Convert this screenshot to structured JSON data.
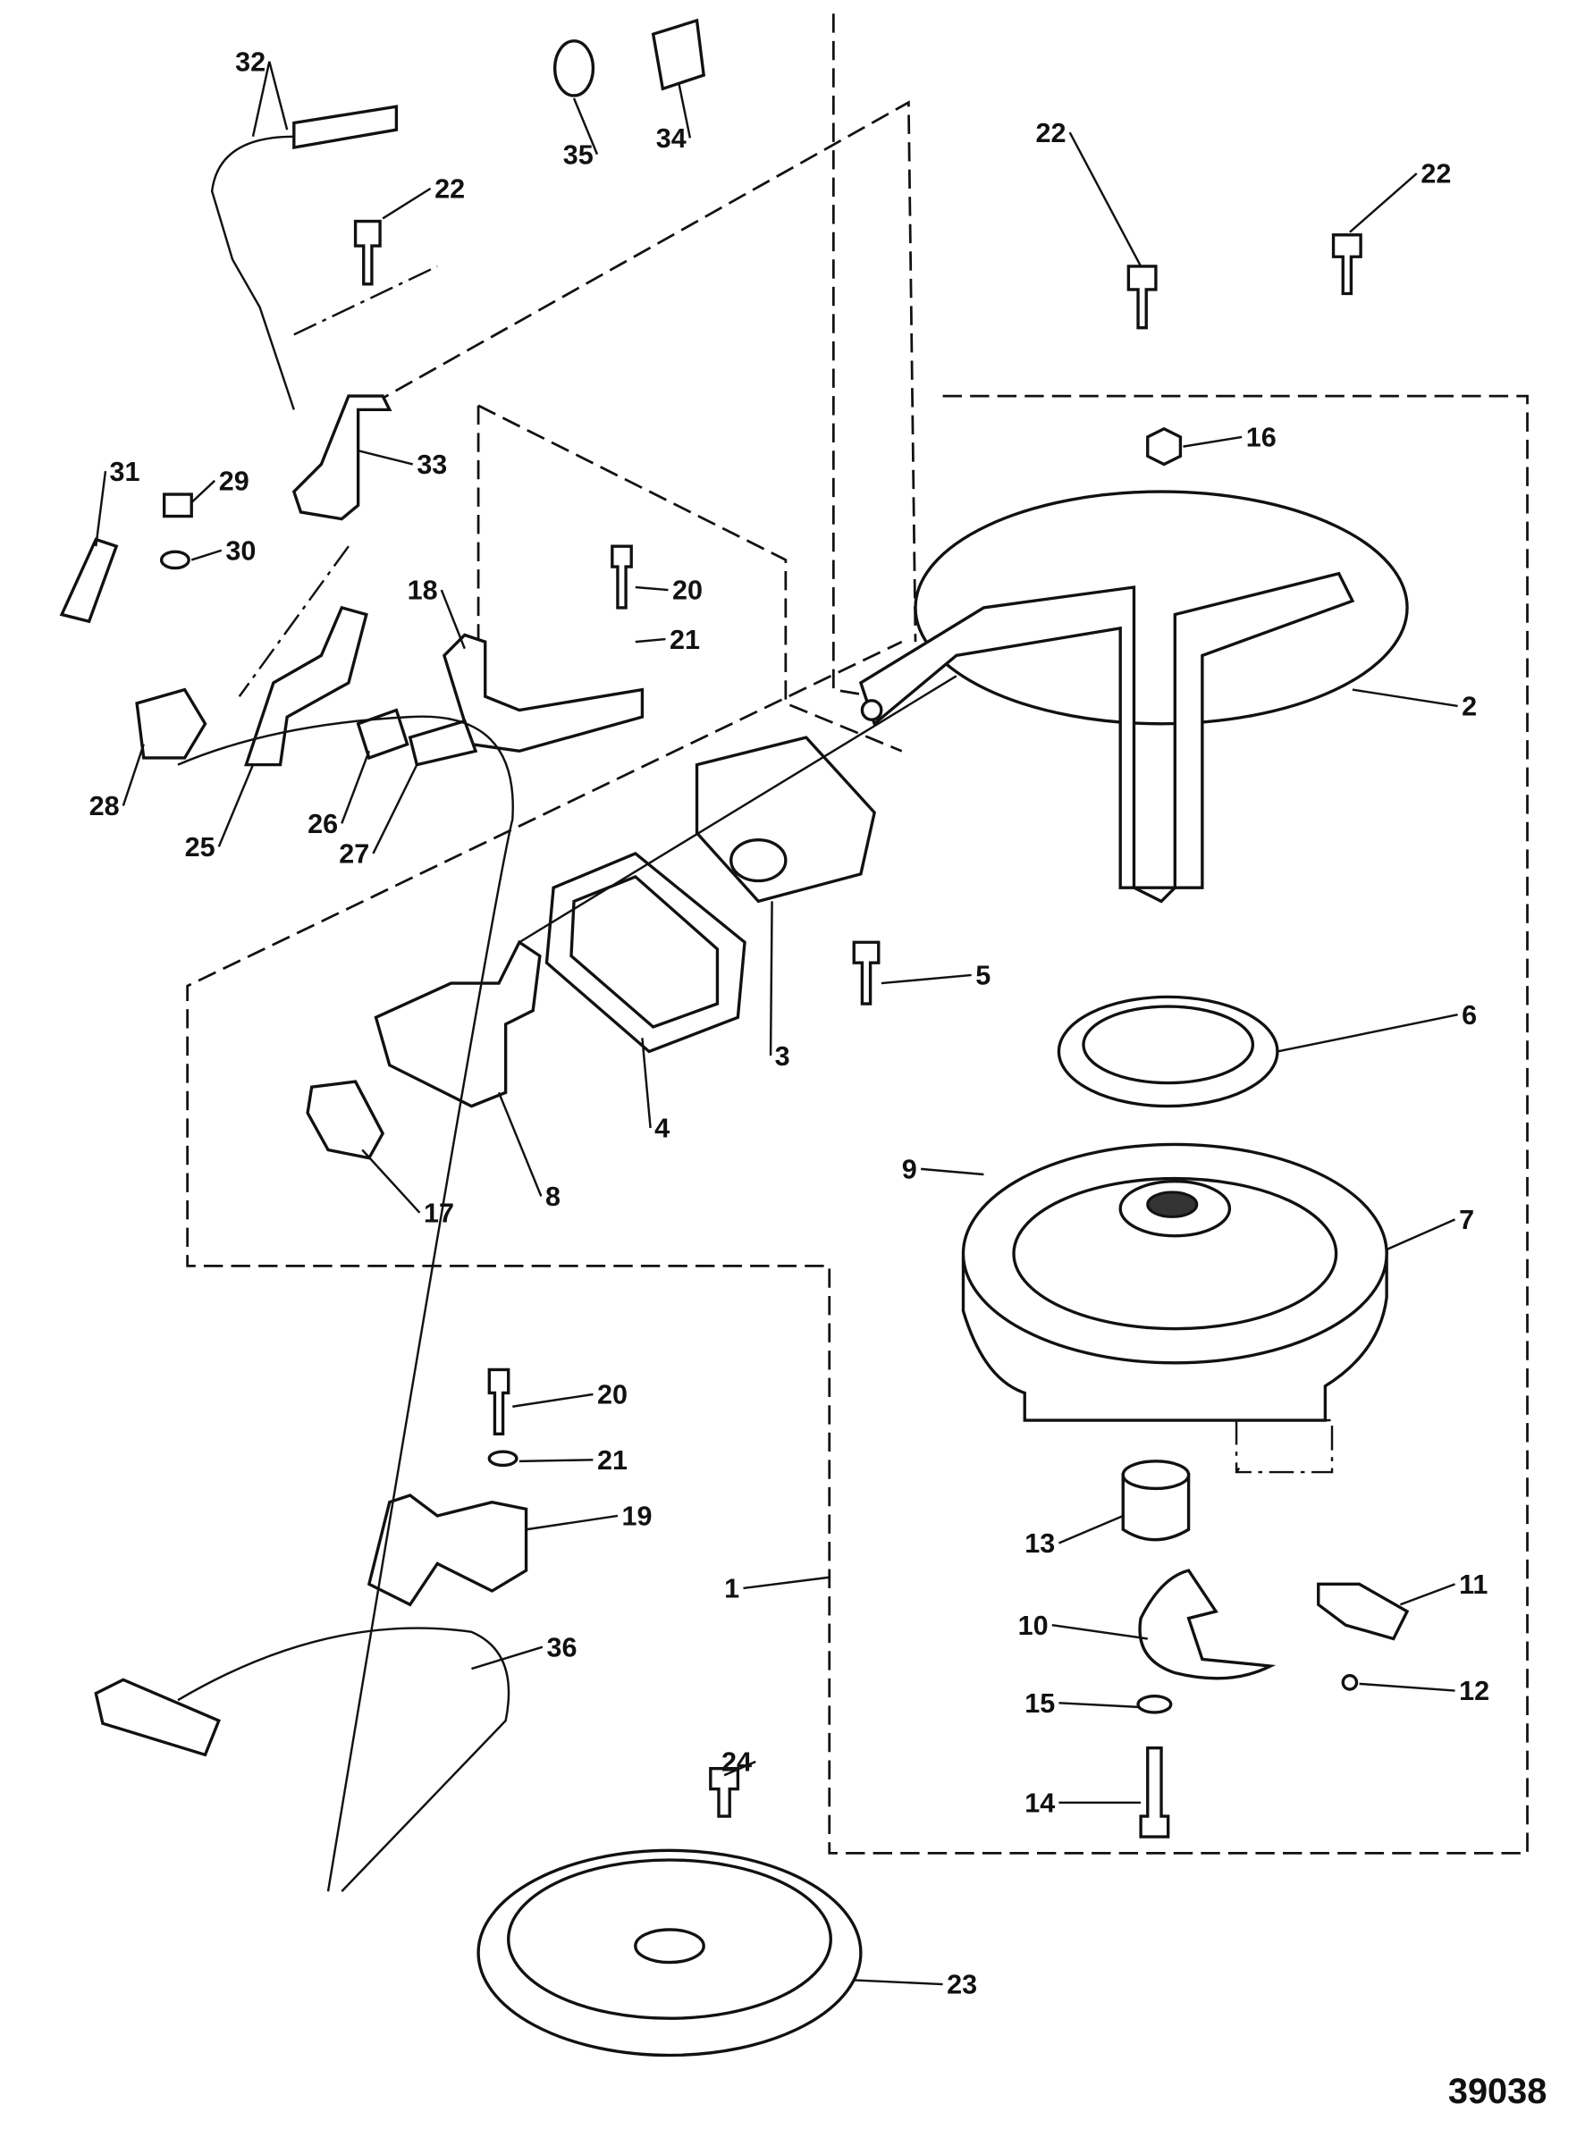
{
  "figure_number": "39038",
  "callouts": [
    "32",
    "35",
    "34",
    "22",
    "22",
    "22",
    "16",
    "33",
    "31",
    "29",
    "30",
    "20",
    "18",
    "21",
    "2",
    "28",
    "25",
    "26",
    "27",
    "5",
    "6",
    "3",
    "4",
    "8",
    "9",
    "17",
    "7",
    "20",
    "21",
    "19",
    "13",
    "11",
    "1",
    "10",
    "36",
    "12",
    "15",
    "24",
    "14",
    "23"
  ]
}
